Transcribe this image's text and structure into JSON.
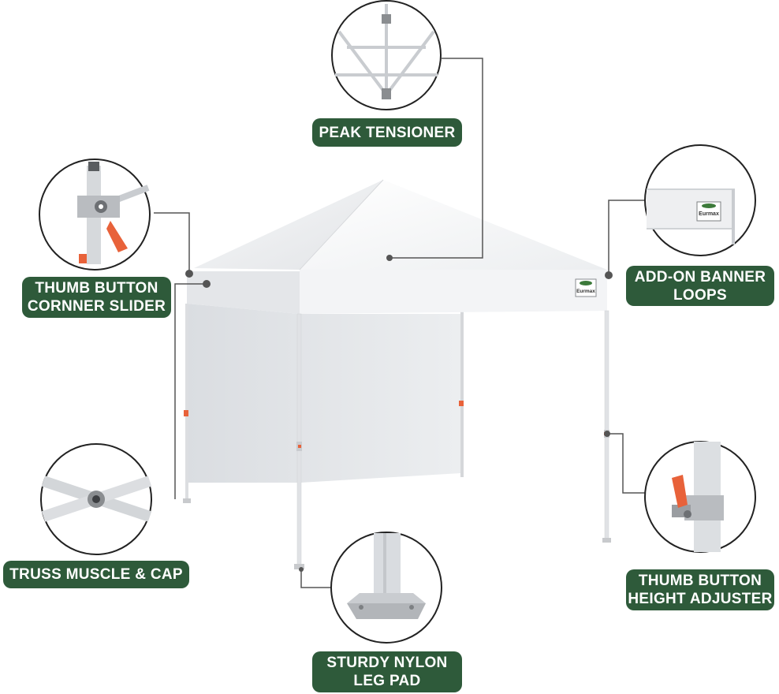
{
  "brand": {
    "name": "Eurmax"
  },
  "colors": {
    "label_bg": "#2e5a3a",
    "label_text": "#ffffff",
    "leader_line": "#555555",
    "canopy": "#f2f3f4",
    "sidewall": "#e3e5e8",
    "frame": "#d8dadd",
    "accent_orange": "#e8623a"
  },
  "callouts": {
    "peak_tensioner": {
      "lines": [
        "PEAK TENSIONER"
      ]
    },
    "corner_slider": {
      "lines": [
        "THUMB BUTTON",
        "CORNNER SLIDER"
      ]
    },
    "banner_loops": {
      "lines": [
        "ADD-ON BANNER",
        "LOOPS"
      ]
    },
    "truss_muscle": {
      "lines": [
        "TRUSS MUSCLE & CAP"
      ]
    },
    "height_adjuster": {
      "lines": [
        "THUMB BUTTON",
        "HEIGHT ADJUSTER"
      ]
    },
    "leg_pad": {
      "lines": [
        "STURDY NYLON",
        "LEG PAD"
      ]
    }
  }
}
